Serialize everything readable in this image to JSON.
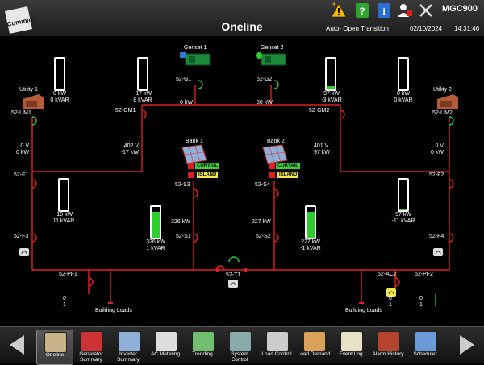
{
  "header": {
    "title": "Oneline",
    "model": "MGC900",
    "mode": "Auto- Open Transition",
    "date": "02/10/2024",
    "time": "14:31:46",
    "alarm_count": "4"
  },
  "sources": {
    "genset1": {
      "name": "Genset 1",
      "breaker": "52-G1",
      "power": "0 kW"
    },
    "genset2": {
      "name": "Genset 2",
      "breaker": "52-G2",
      "power": "80 kW"
    },
    "utility1": {
      "name": "Utility 1",
      "breaker": "52-UM1"
    },
    "utility2": {
      "name": "Utility 2",
      "breaker": "52-UM2"
    }
  },
  "meters": {
    "m1": {
      "kw": "0 kW",
      "kvar": "0 kVAR",
      "level": 0
    },
    "m2": {
      "kw": "-17 kW",
      "kvar": "8 kVAR",
      "level": 0
    },
    "m3": {
      "kw": "97 kW",
      "kvar": "-3 kVAR",
      "level": 0.1
    },
    "m4": {
      "kw": "0 kW",
      "kvar": "0 kVAR",
      "level": 0
    },
    "m5": {
      "kw": "-18 kW",
      "kvar": "11 kVAR",
      "level": 0
    },
    "m6": {
      "kw": "326 kW",
      "kvar": "1 kVAR",
      "level": 0.85
    },
    "m7": {
      "kw": "227 kW",
      "kvar": "-1 kVAR",
      "level": 0.85
    },
    "m8": {
      "kw": "97 kW",
      "kvar": "-11 kVAR",
      "level": 0.05
    }
  },
  "readings": {
    "um1_v": "0 V",
    "um1_kw": "0 kW",
    "gm1_v": "402 V",
    "gm1_kw": "-17 kW",
    "gm2_v": "401 V",
    "gm2_kw": "97 kW",
    "um2_v": "0 V",
    "um2_kw": "0 kW",
    "s3_kw": "326 kW",
    "s4_kw": "227 kW"
  },
  "breakers": {
    "gm1": "52-GM1",
    "gm2": "52-GM2",
    "f1": "52-F1",
    "f2": "52-F2",
    "f3": "52-F3",
    "f4": "52-F4",
    "s1": "52-S1",
    "s2": "52-S2",
    "s3": "52-S3",
    "s4": "52-S4",
    "t1": "52-T1",
    "pf1": "52-PF1",
    "pf2": "52-PF2",
    "ac2": "52-AC2"
  },
  "banks": {
    "bank1": {
      "name": "Bank 1",
      "curtail": "CURTAIL",
      "island": "ISLAND"
    },
    "bank2": {
      "name": "Bank 2",
      "curtail": "CURTAIL",
      "island": "ISLAND"
    }
  },
  "loads": {
    "load1": "Building Loads",
    "load2": "Building Loads"
  },
  "switch_labels": {
    "on": "0",
    "off": "1"
  },
  "colors": {
    "bus": "#e02020",
    "energized": "#2ecc2e",
    "meter_fill": "#2ecc2e",
    "tag_yellow": "#f3e94a"
  },
  "nav": [
    {
      "label": "Oneline",
      "icon": "oneline-icon",
      "active": true
    },
    {
      "label": "Generator Summary",
      "icon": "generator-icon"
    },
    {
      "label": "Inverter Summary",
      "icon": "inverter-icon"
    },
    {
      "label": "AC Metering",
      "icon": "gauge-icon"
    },
    {
      "label": "Trending",
      "icon": "trending-icon"
    },
    {
      "label": "System Control",
      "icon": "system-control-icon"
    },
    {
      "label": "Load Control",
      "icon": "load-control-icon"
    },
    {
      "label": "Load Demand",
      "icon": "load-demand-icon"
    },
    {
      "label": "Event Log",
      "icon": "event-log-icon"
    },
    {
      "label": "Alarm History",
      "icon": "alarm-history-icon"
    },
    {
      "label": "Scheduler",
      "icon": "scheduler-icon"
    }
  ]
}
